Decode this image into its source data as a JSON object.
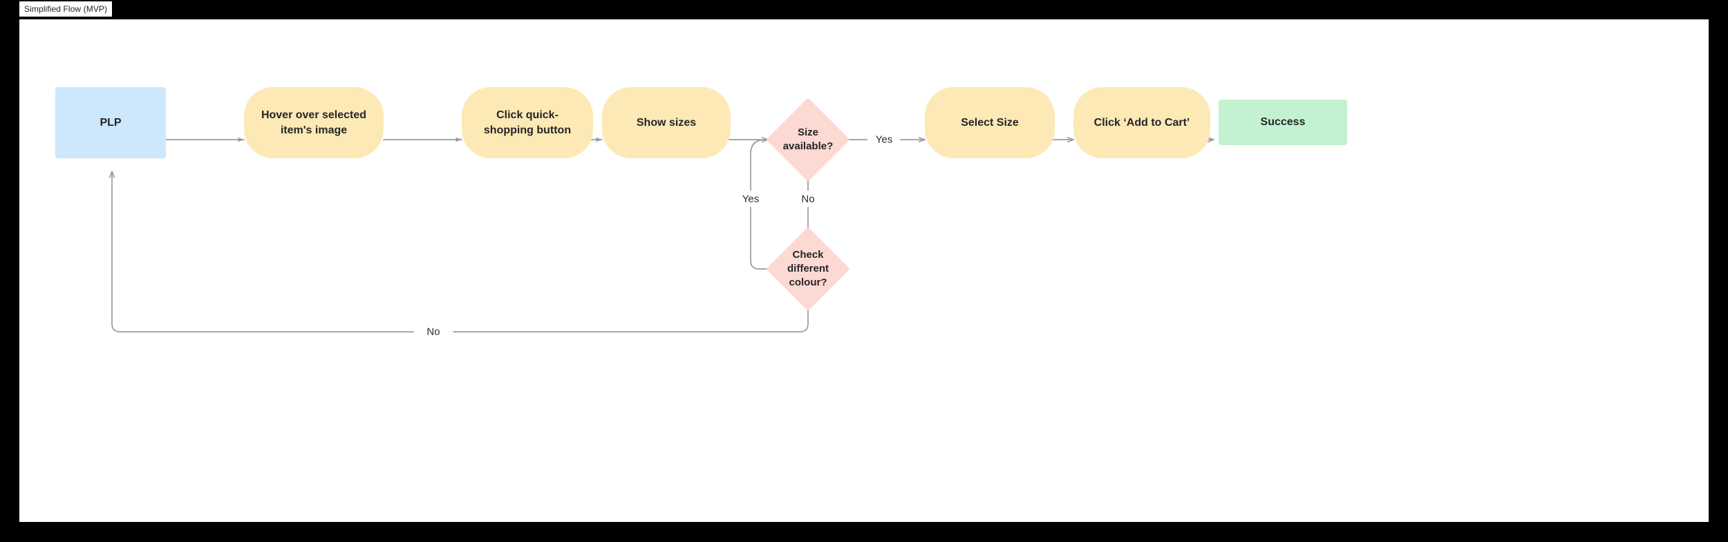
{
  "frame": {
    "label": "Simplified Flow (MVP)",
    "background": "#ffffff",
    "outer_background": "#000000"
  },
  "colors": {
    "blue": "#cde7fc",
    "yellow": "#fce9b6",
    "pink": "#fcd9d2",
    "green": "#c3f2d1",
    "edge": "#9b9b9b",
    "text": "#252525",
    "label_text": "#2b2b2b"
  },
  "chart_data": {
    "type": "diagram",
    "title": "Simplified Flow (MVP)",
    "nodes": [
      {
        "id": "plp",
        "label": "PLP",
        "shape": "rectangle",
        "color": "#cde7fc"
      },
      {
        "id": "hover",
        "label": "Hover over selected\nitem's image",
        "shape": "rounded",
        "color": "#fce9b6"
      },
      {
        "id": "quickshop",
        "label": "Click quick-\nshopping button",
        "shape": "rounded",
        "color": "#fce9b6"
      },
      {
        "id": "showsizes",
        "label": "Show sizes",
        "shape": "rounded",
        "color": "#fce9b6"
      },
      {
        "id": "sizeavail",
        "label": "Size\navailable?",
        "shape": "diamond",
        "color": "#fcd9d2"
      },
      {
        "id": "selectsize",
        "label": "Select Size",
        "shape": "rounded",
        "color": "#fce9b6"
      },
      {
        "id": "addtocart",
        "label": "Click ‘Add to Cart’",
        "shape": "rounded",
        "color": "#fce9b6"
      },
      {
        "id": "success",
        "label": "Success",
        "shape": "rectangle",
        "color": "#c3f2d1"
      },
      {
        "id": "checkcolour",
        "label": "Check\ndifferent\ncolour?",
        "shape": "diamond",
        "color": "#fcd9d2"
      }
    ],
    "edges": [
      {
        "from": "plp",
        "to": "hover",
        "label": ""
      },
      {
        "from": "hover",
        "to": "quickshop",
        "label": ""
      },
      {
        "from": "quickshop",
        "to": "showsizes",
        "label": ""
      },
      {
        "from": "showsizes",
        "to": "sizeavail",
        "label": ""
      },
      {
        "from": "sizeavail",
        "to": "selectsize",
        "label": "Yes"
      },
      {
        "from": "selectsize",
        "to": "addtocart",
        "label": ""
      },
      {
        "from": "addtocart",
        "to": "success",
        "label": ""
      },
      {
        "from": "sizeavail",
        "to": "checkcolour",
        "label": "No"
      },
      {
        "from": "checkcolour",
        "to": "sizeavail",
        "label": "Yes"
      },
      {
        "from": "checkcolour",
        "to": "plp",
        "label": "No"
      }
    ]
  },
  "nodes": {
    "plp": {
      "label": "PLP"
    },
    "hover": {
      "label": "Hover over selected\nitem's image"
    },
    "quickshop": {
      "label": "Click quick-\nshopping button"
    },
    "showsizes": {
      "label": "Show sizes"
    },
    "sizeavail": {
      "label": "Size\navailable?"
    },
    "selectsize": {
      "label": "Select Size"
    },
    "addtocart": {
      "label": "Click ‘Add to Cart’"
    },
    "success": {
      "label": "Success"
    },
    "checkcolour": {
      "label": "Check\ndifferent\ncolour?"
    }
  },
  "edge_labels": {
    "yes_to_select": "Yes",
    "yes_loop_back": "Yes",
    "no_to_check": "No",
    "no_to_plp": "No"
  }
}
